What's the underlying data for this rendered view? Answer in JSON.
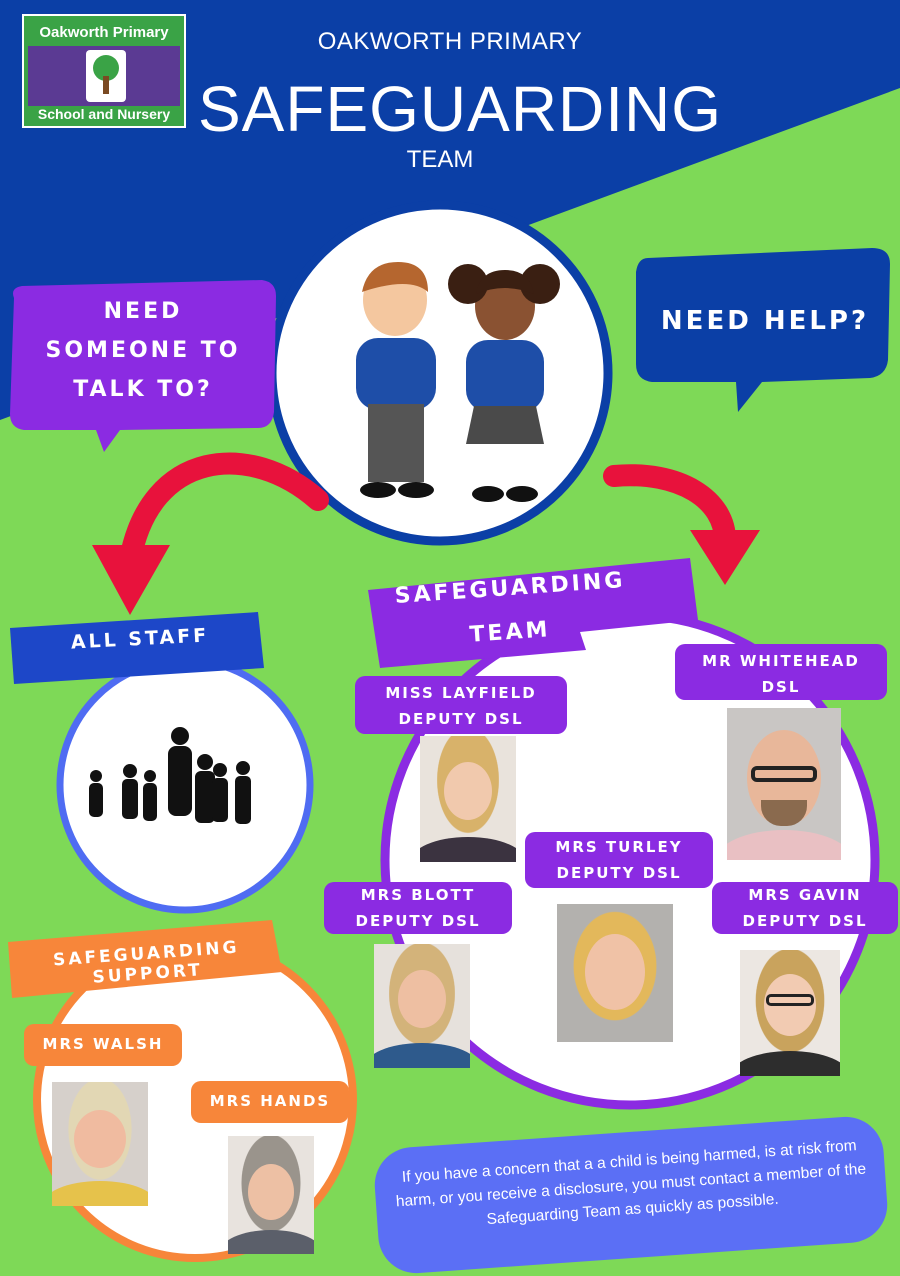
{
  "logo": {
    "line1": "Oakworth Primary",
    "line2": "School and Nursery"
  },
  "header": {
    "school": "OAKWORTH PRIMARY",
    "title": "SAFEGUARDING",
    "subtitle": "TEAM"
  },
  "bubbles": {
    "left_lines": [
      "NEED",
      "SOMEONE TO",
      "TALK TO?"
    ],
    "right": "NEED HELP?"
  },
  "sections": {
    "all_staff": "ALL STAFF",
    "team_line1": "SAFEGUARDING",
    "team_line2": "TEAM",
    "support": "SAFEGUARDING SUPPORT"
  },
  "team": [
    {
      "name": "MISS LAYFIELD",
      "role": "DEPUTY DSL"
    },
    {
      "name": "MR WHITEHEAD",
      "role": "DSL"
    },
    {
      "name": "MRS TURLEY",
      "role": "DEPUTY DSL"
    },
    {
      "name": "MRS BLOTT",
      "role": "DEPUTY DSL"
    },
    {
      "name": "MRS GAVIN",
      "role": "DEPUTY DSL"
    }
  ],
  "support": [
    {
      "name": "MRS WALSH"
    },
    {
      "name": "MRS HANDS"
    }
  ],
  "footer": "If you have a concern that a a child is being harmed, is at risk from harm, or you receive a disclosure, you must contact a member of the Safeguarding Team as quickly as possible.",
  "colors": {
    "blue": "#0b3fa6",
    "green": "#7ed957",
    "purple": "#8b2be2",
    "orange": "#f7863a",
    "red": "#e8123c",
    "light_blue": "#5b6ff5"
  }
}
